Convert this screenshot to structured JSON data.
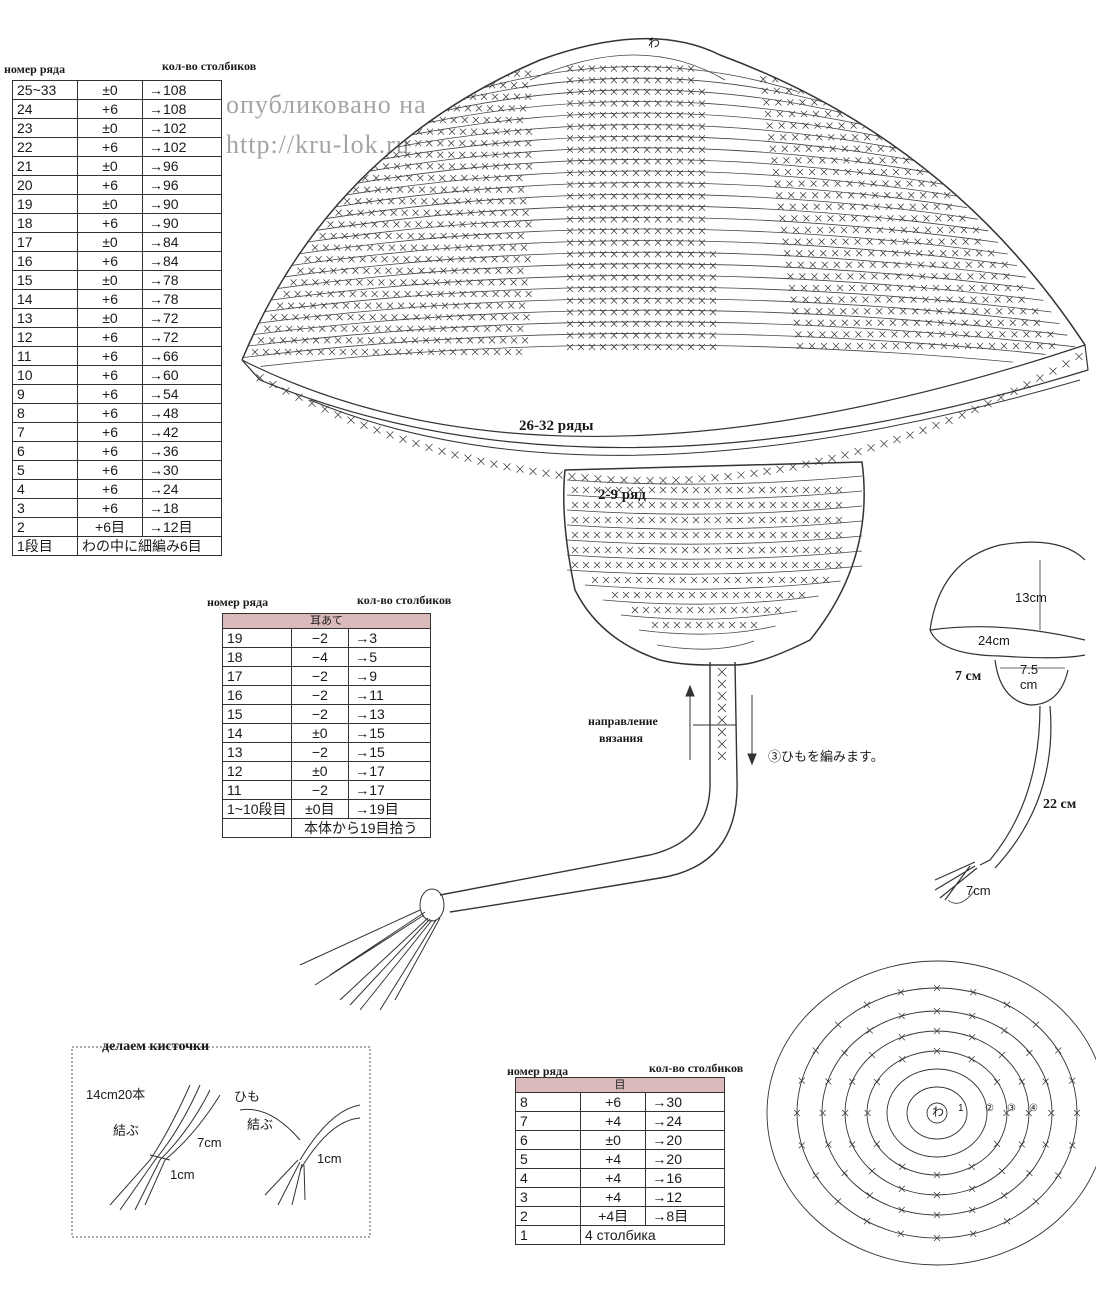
{
  "table1": {
    "header_row": "номер ряда",
    "header_count": "кол-во столбиков",
    "rows": [
      [
        "25~33",
        "±0",
        "→108"
      ],
      [
        "24",
        "+6",
        "→108"
      ],
      [
        "23",
        "±0",
        "→102"
      ],
      [
        "22",
        "+6",
        "→102"
      ],
      [
        "21",
        "±0",
        "→96"
      ],
      [
        "20",
        "+6",
        "→96"
      ],
      [
        "19",
        "±0",
        "→90"
      ],
      [
        "18",
        "+6",
        "→90"
      ],
      [
        "17",
        "±0",
        "→84"
      ],
      [
        "16",
        "+6",
        "→84"
      ],
      [
        "15",
        "±0",
        "→78"
      ],
      [
        "14",
        "+6",
        "→78"
      ],
      [
        "13",
        "±0",
        "→72"
      ],
      [
        "12",
        "+6",
        "→72"
      ],
      [
        "11",
        "+6",
        "→66"
      ],
      [
        "10",
        "+6",
        "→60"
      ],
      [
        "9",
        "+6",
        "→54"
      ],
      [
        "8",
        "+6",
        "→48"
      ],
      [
        "7",
        "+6",
        "→42"
      ],
      [
        "6",
        "+6",
        "→36"
      ],
      [
        "5",
        "+6",
        "→30"
      ],
      [
        "4",
        "+6",
        "→24"
      ],
      [
        "3",
        "+6",
        "→18"
      ],
      [
        "2",
        "+6目",
        "→12目"
      ]
    ],
    "last_row": [
      "1段目",
      "わの中に細編み6目"
    ]
  },
  "table2": {
    "header_row": "номер ряда",
    "header_count": "кол-во столбиков",
    "title": "耳あて",
    "rows": [
      [
        "19",
        "−2",
        "→3"
      ],
      [
        "18",
        "−4",
        "→5"
      ],
      [
        "17",
        "−2",
        "→9"
      ],
      [
        "16",
        "−2",
        "→11"
      ],
      [
        "15",
        "−2",
        "→13"
      ],
      [
        "14",
        "±0",
        "→15"
      ],
      [
        "13",
        "−2",
        "→15"
      ],
      [
        "12",
        "±0",
        "→17"
      ],
      [
        "11",
        "−2",
        "→17"
      ],
      [
        "1~10段目",
        "±0目",
        "→19目"
      ]
    ],
    "footer": "本体から19目拾う"
  },
  "table3": {
    "header_row": "номер ряда",
    "header_count": "кол-во столбиков",
    "title": "目",
    "rows": [
      [
        "8",
        "+6",
        "→30"
      ],
      [
        "7",
        "+4",
        "→24"
      ],
      [
        "6",
        "±0",
        "→20"
      ],
      [
        "5",
        "+4",
        "→20"
      ],
      [
        "4",
        "+4",
        "→16"
      ],
      [
        "3",
        "+4",
        "→12"
      ],
      [
        "2",
        "+4目",
        "→8目"
      ]
    ],
    "last_row": [
      "1",
      "4 столбика"
    ]
  },
  "watermark": {
    "line1": "опубликовано на",
    "line2": "http://kru-lok.ru"
  },
  "hat_diagram": {
    "rows_label": "26-32 ряды",
    "row_label2": "2-9 ряд",
    "start_mark": "わ",
    "direction_label_1": "направление",
    "direction_label_2": "вязания",
    "cord_note": "③ひもを編みます。"
  },
  "side_view": {
    "height": "13cm",
    "width": "24cm",
    "inner_1": "7.5",
    "inner_2": "cm",
    "ear": "7 см",
    "cord": "22 см",
    "tassel": "7cm"
  },
  "eye_diagram": {
    "center": "わ",
    "ring_marks": [
      "1",
      "②",
      "③",
      "④"
    ]
  },
  "tassel_box": {
    "title": "делаем кисточки",
    "yarn": "14cm20本",
    "himo": "ひも",
    "musubu": "結ぶ",
    "seven": "7cm",
    "one": "1cm",
    "musubu2": "結ぶ",
    "one2": "1cm"
  }
}
